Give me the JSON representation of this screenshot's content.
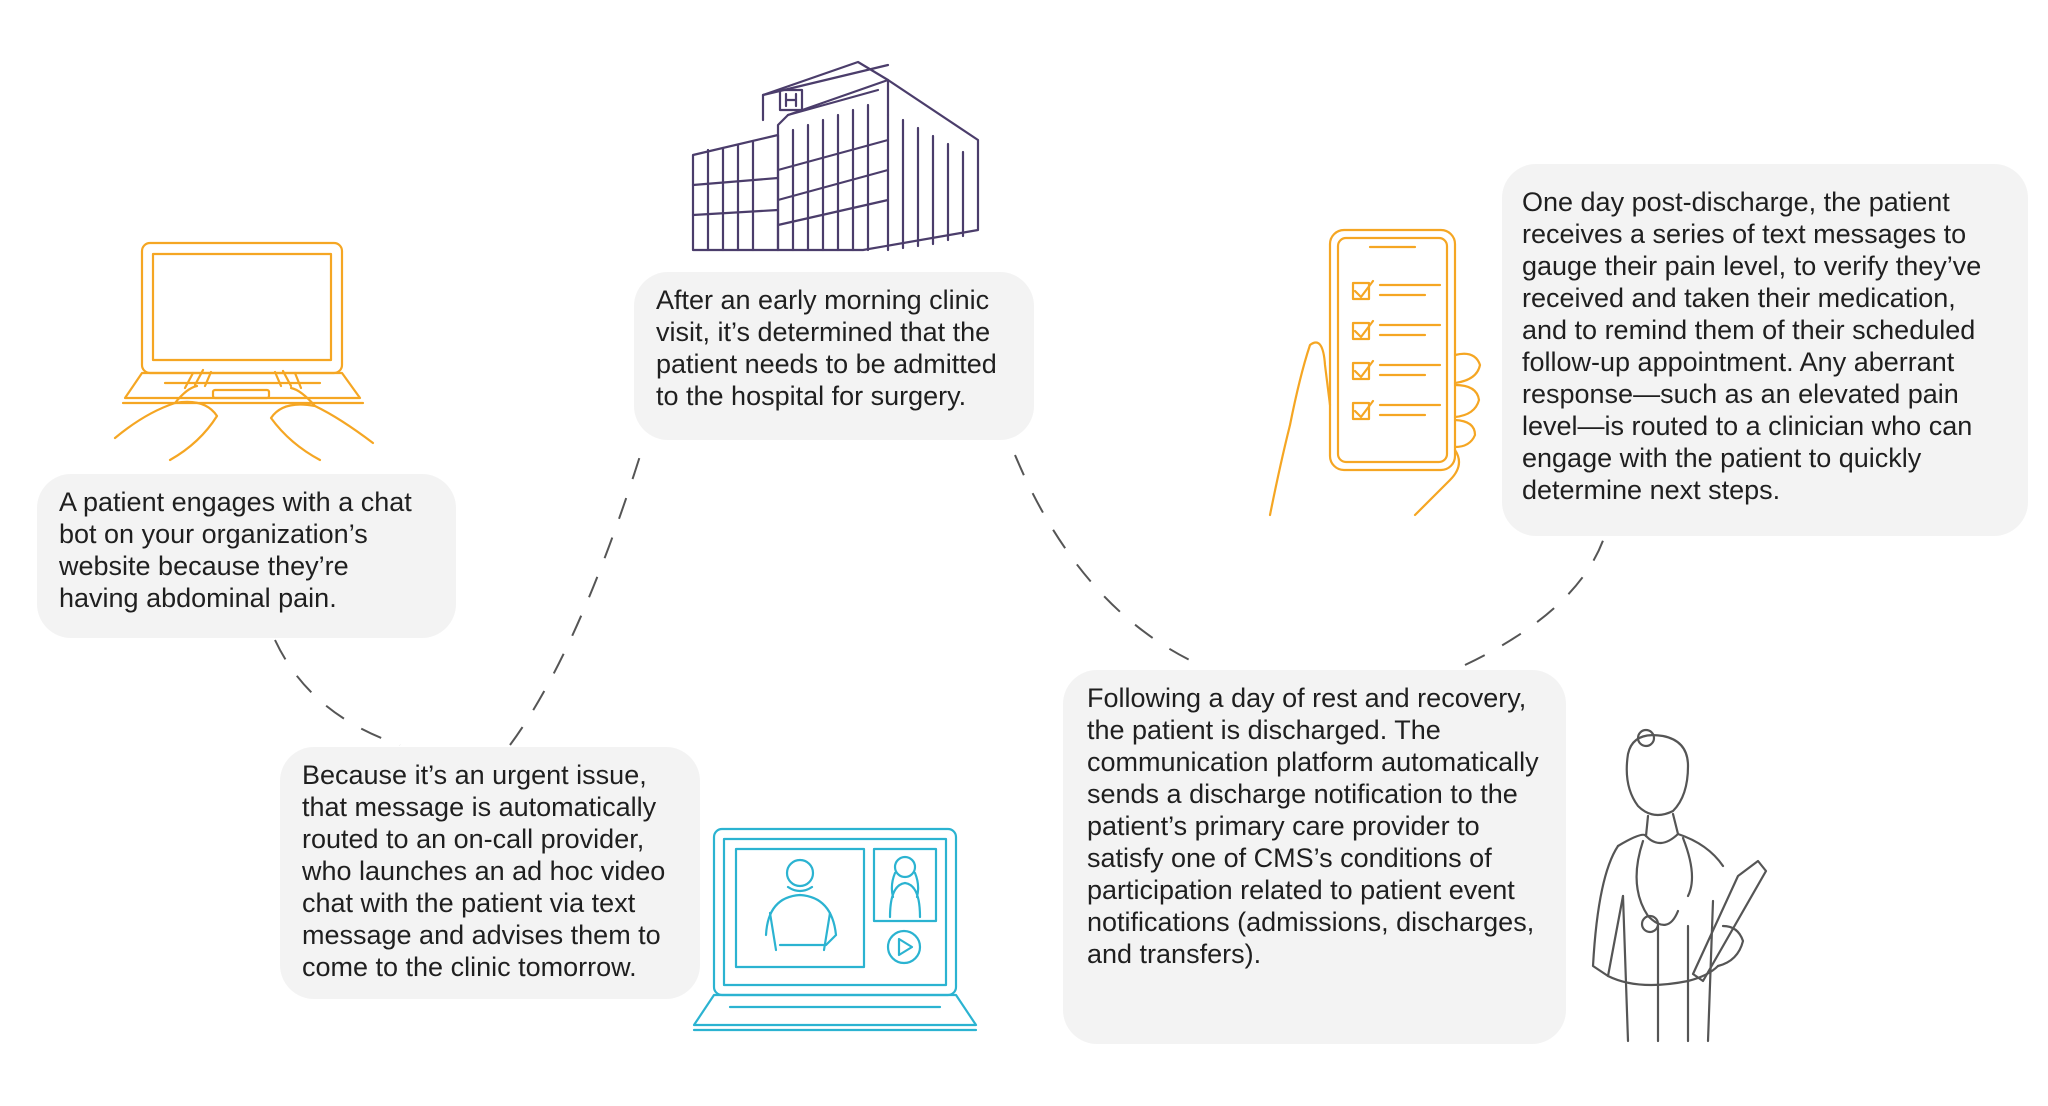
{
  "steps": [
    {
      "text": "A patient engages with a chat bot on your organization’s website because they’re having abdominal pain."
    },
    {
      "text": "Because it’s an urgent issue, that message is automatically routed to an on-call provider, who launches an ad hoc video chat with the patient via text message and advises them to come to the clinic tomorrow."
    },
    {
      "text": "After an early morning clinic visit, it’s determined that the patient needs to be admitted to the hospital for surgery."
    },
    {
      "text": "Following a day of rest and recovery, the patient is discharged. The communication platform automatically sends a discharge notification to the patient’s primary care provider to satisfy one of CMS’s conditions of participation related to patient event notifications (admissions, discharges, and transfers)."
    },
    {
      "text": "One day post-discharge, the patient receives a series of text messages to gauge their pain level, to verify they’ve received and taken their medication, and to remind them of their scheduled follow-up appointment. Any aberrant response—such as an elevated pain level—is routed to a clinician who can engage with the patient to quickly determine next steps."
    }
  ],
  "colors": {
    "orange": "#f5a623",
    "purple": "#4b3d6b",
    "cyan": "#2bb3d1",
    "gray": "#555555",
    "dash": "#555555",
    "bubble": "#f3f3f3"
  },
  "icons": [
    "laptop-typing-icon",
    "video-chat-laptop-icon",
    "hospital-building-icon",
    "doctor-clipboard-icon",
    "phone-checklist-icon"
  ]
}
